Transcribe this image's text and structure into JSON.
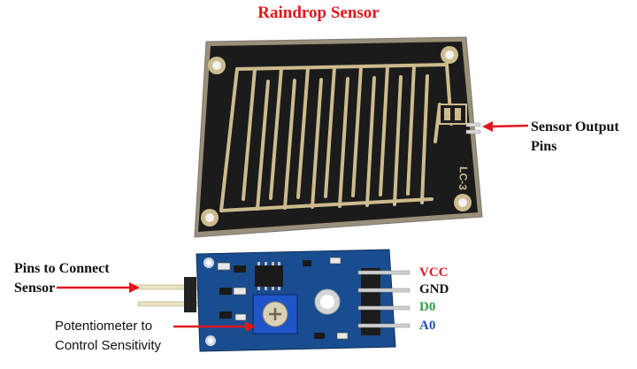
{
  "title": "Raindrop Sensor",
  "labels": {
    "sensor_output_line1": "Sensor Output",
    "sensor_output_line2": "Pins",
    "pins_connect_line1": "Pins to Connect",
    "pins_connect_line2": "Sensor",
    "pot_line1": "Potentiometer to",
    "pot_line2": "Control Sensitivity"
  },
  "pins": {
    "vcc": "VCC",
    "gnd": "GND",
    "d0": "D0",
    "a0": "A0"
  },
  "board_marking": "LC-3",
  "colors": {
    "title": "#e0161c",
    "vcc": "#e0161c",
    "gnd": "#111111",
    "d0": "#2ea043",
    "a0": "#1f4fbf",
    "arrow": "#e0161c",
    "pcb_black": "#1a1a1a",
    "trace_tan": "#cdbb8e",
    "module_blue": "#1a4d8f"
  }
}
